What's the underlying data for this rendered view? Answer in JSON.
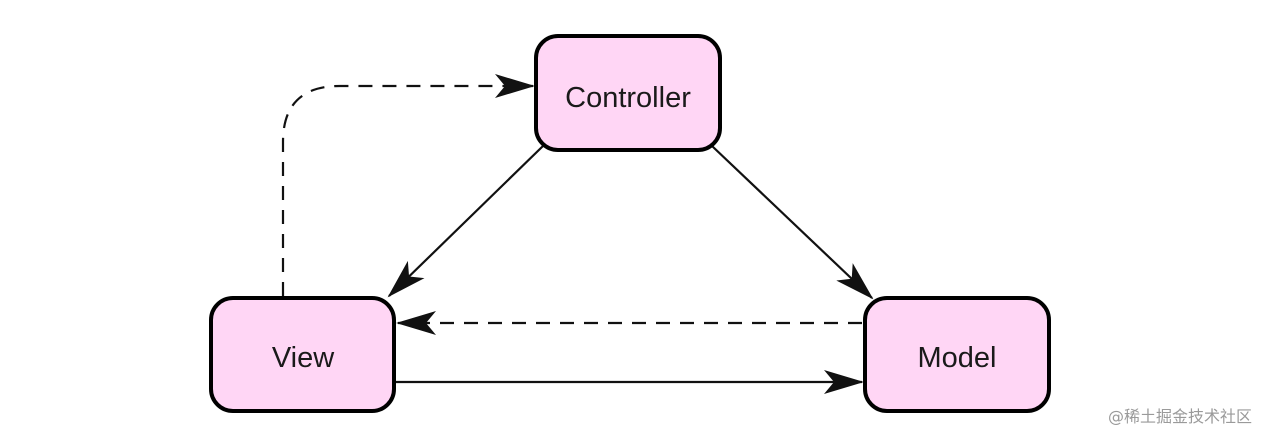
{
  "diagram": {
    "nodes": {
      "controller": {
        "label": "Controller"
      },
      "view": {
        "label": "View"
      },
      "model": {
        "label": "Model"
      }
    },
    "edges": [
      {
        "from": "controller",
        "to": "view",
        "style": "solid"
      },
      {
        "from": "controller",
        "to": "model",
        "style": "solid"
      },
      {
        "from": "view",
        "to": "model",
        "style": "solid"
      },
      {
        "from": "model",
        "to": "view",
        "style": "dashed"
      },
      {
        "from": "view",
        "to": "controller",
        "style": "dashed"
      }
    ],
    "colors": {
      "node_fill": "#ffd6f5",
      "node_stroke": "#000000",
      "edge": "#111111"
    }
  },
  "watermark": "@稀土掘金技术社区"
}
